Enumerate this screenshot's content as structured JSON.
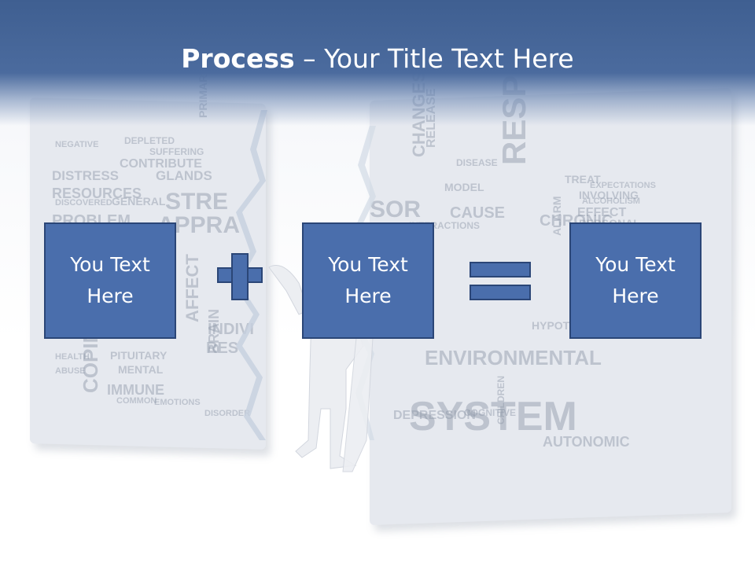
{
  "slide": {
    "title_bold": "Process",
    "title_rest": " – Your Title Text Here",
    "boxes": [
      {
        "line1": "You Text",
        "line2": "Here"
      },
      {
        "line1": "You Text",
        "line2": "Here"
      },
      {
        "line1": "You Text",
        "line2": "Here"
      }
    ],
    "operators": [
      "plus-icon",
      "equals-icon"
    ],
    "colors": {
      "header": "#4b6b9e",
      "box_fill": "#4a6eac",
      "box_border": "#2b4677",
      "title_text": "#ffffff"
    }
  },
  "background": {
    "words_left": [
      "NEGATIVE",
      "DEPLETED",
      "SUFFERING",
      "CONTRIBUTE",
      "DISTRESS",
      "GLANDS",
      "RESOURCES",
      "STRE",
      "DISCOVERED",
      "GENERAL",
      "PROBLEM",
      "APPRA",
      "HEALTH",
      "PITUITARY",
      "MENTAL",
      "IMMUNE",
      "COPING",
      "AFFECT",
      "BRAIN",
      "INDIVI",
      "RES",
      "COMMON",
      "EMOTIONS",
      "ABUSE",
      "PRIMARY",
      "DISORDER"
    ],
    "words_right": [
      "RESPONS",
      "SOR",
      "CHANGES",
      "RELEASE",
      "MODEL",
      "CAUSE",
      "CHRONIC",
      "DISEASE",
      "TREAT",
      "INVOLVING",
      "EFFECT",
      "PERSONAL",
      "ENVIRONMENTAL",
      "SYSTEM",
      "DEPRESSION",
      "COGNITIVE",
      "AUTONOMIC",
      "HYPOTH",
      "INTERACTIONS",
      "ALARM",
      "ALCOHOLISM",
      "CHILDREN",
      "EXPECTATIONS"
    ]
  }
}
